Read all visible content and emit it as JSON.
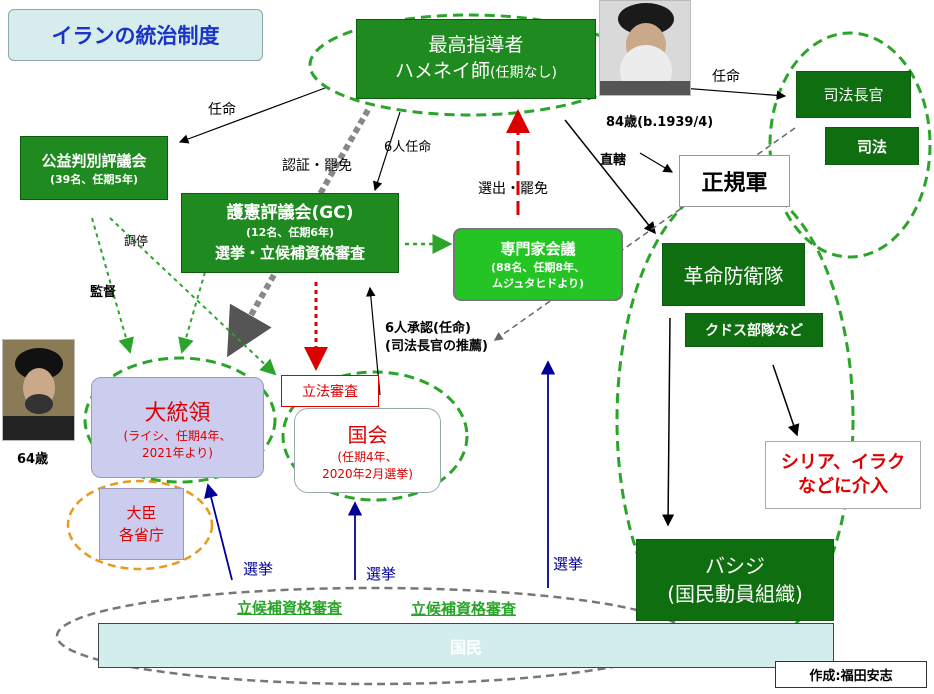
{
  "title": "イランの統治制度",
  "supreme_leader": {
    "line1": "最高指導者",
    "line2": "ハメネイ師",
    "term": "(任期なし)",
    "age": "84歳(b.1939/4)"
  },
  "expediency_council": {
    "name": "公益判別評議会",
    "detail": "(39名、任期5年)"
  },
  "guardian_council": {
    "name": "護憲評議会(GC)",
    "detail": "(12名、任期6年)",
    "role": "選挙・立候補資格審査"
  },
  "assembly_experts": {
    "name": "専門家会議",
    "detail1": "(88名、任期8年、",
    "detail2": "ムジュタヒドより)"
  },
  "judiciary": {
    "chief": "司法長官",
    "branch": "司法"
  },
  "army": "正規軍",
  "irgc": {
    "name": "革命防衛隊",
    "quds": "クドス部隊など"
  },
  "intervention": {
    "line1": "シリア、イラク",
    "line2": "などに介入"
  },
  "basij": {
    "line1": "バシジ",
    "line2": "(国民動員組織)"
  },
  "president": {
    "name": "大統領",
    "detail1": "(ライシ、任期4年、",
    "detail2": "2021年より)",
    "age": "64歳"
  },
  "ministers": {
    "line1": "大臣",
    "line2": "各省庁"
  },
  "parliament": {
    "name": "国会",
    "detail1": "(任期4年、",
    "detail2": "2020年2月選挙)"
  },
  "legislative_review": "立法審査",
  "people": "国民",
  "labels": {
    "appoint_left": "任命",
    "appoint_right": "任命",
    "certify": "認証・罷免",
    "six_appoint": "6人任命",
    "elect_dismiss": "選出・罷免",
    "direct_control": "直轄",
    "mediation": "調停",
    "supervision": "監督",
    "six_approve1": "6人承認(任命)",
    "six_approve2": "(司法長官の推薦)",
    "election1": "選挙",
    "election2": "選挙",
    "election3": "選挙",
    "candidate_review1": "立候補資格審査",
    "candidate_review2": "立候補資格審査"
  },
  "credit": "作成:福田安志",
  "colors": {
    "green": "#1f8a1f",
    "bright_green": "#25c425",
    "lavender": "#ccccee",
    "people": "#d3ecec",
    "red": "#dd0000",
    "blue": "#000099"
  }
}
